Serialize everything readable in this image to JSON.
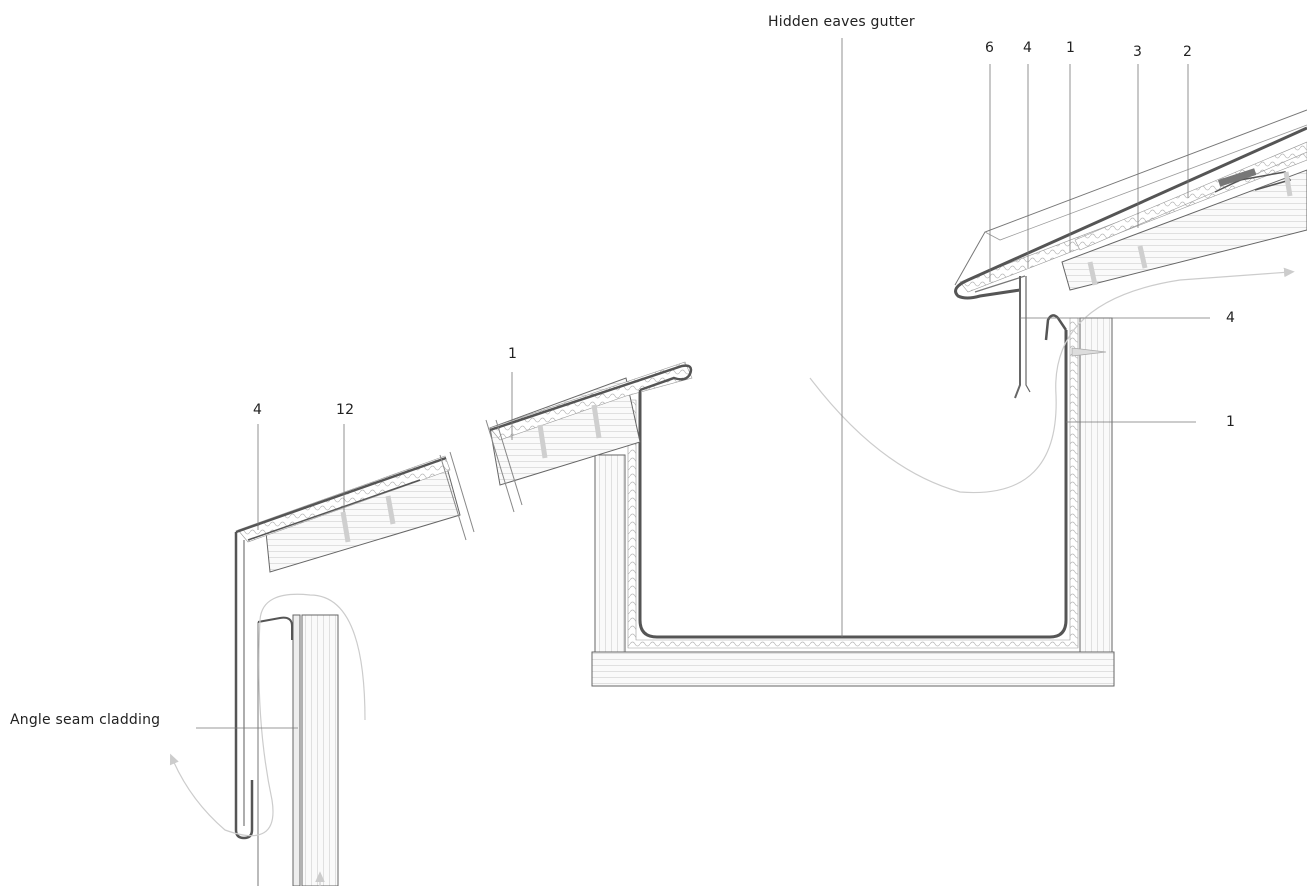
{
  "labels": {
    "hidden_eaves_gutter": "Hidden eaves gutter",
    "angle_seam_cladding": "Angle seam cladding",
    "top_6": "6",
    "top_4": "4",
    "top_1": "1",
    "top_3": "3",
    "top_2": "2",
    "right_4": "4",
    "right_1": "1",
    "mid_1": "1",
    "left_4": "4",
    "left_12": "12"
  },
  "colors": {
    "ink": "#555555",
    "light": "#bdbdbd",
    "fill": "#f4f4f4"
  }
}
